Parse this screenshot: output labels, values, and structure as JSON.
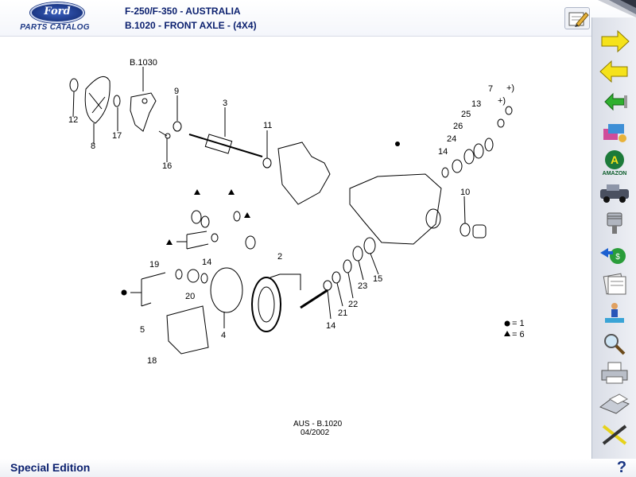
{
  "header": {
    "logo_word": "Ford",
    "logo_subtitle": "PARTS CATALOG",
    "title_line1": "F-250/F-350 - AUSTRALIA",
    "title_line2": "B.1020 - FRONT AXLE - (4X4)"
  },
  "diagram": {
    "callouts": [
      "B.1030",
      "12",
      "8",
      "17",
      "9",
      "16",
      "3",
      "11",
      "7",
      "+)",
      "+)",
      "13",
      "25",
      "26",
      "24",
      "14",
      "10",
      "2",
      "19",
      "14",
      "20",
      "5",
      "4",
      "18",
      "23",
      "15",
      "22",
      "21",
      "14"
    ],
    "legend": {
      "circle": "= 1",
      "triangle": "= 6"
    },
    "caption_line1": "AUS - B.1020",
    "caption_line2": "04/2002"
  },
  "sidebar": {
    "buttons": [
      "forward-arrow",
      "back-arrow",
      "return-arrow",
      "paint-tool",
      "amazon-logo",
      "truck",
      "engine-piston",
      "money-bag",
      "notes",
      "person-chart",
      "magnifier",
      "printer",
      "scanner",
      "close-tool"
    ],
    "amazon_text": "AMAZON"
  },
  "footer": {
    "edition": "Special Edition",
    "help": "?"
  },
  "colors": {
    "title": "#0a1f6e",
    "logo": "#1b3784",
    "arrow_yellow": "#f5e21b"
  }
}
